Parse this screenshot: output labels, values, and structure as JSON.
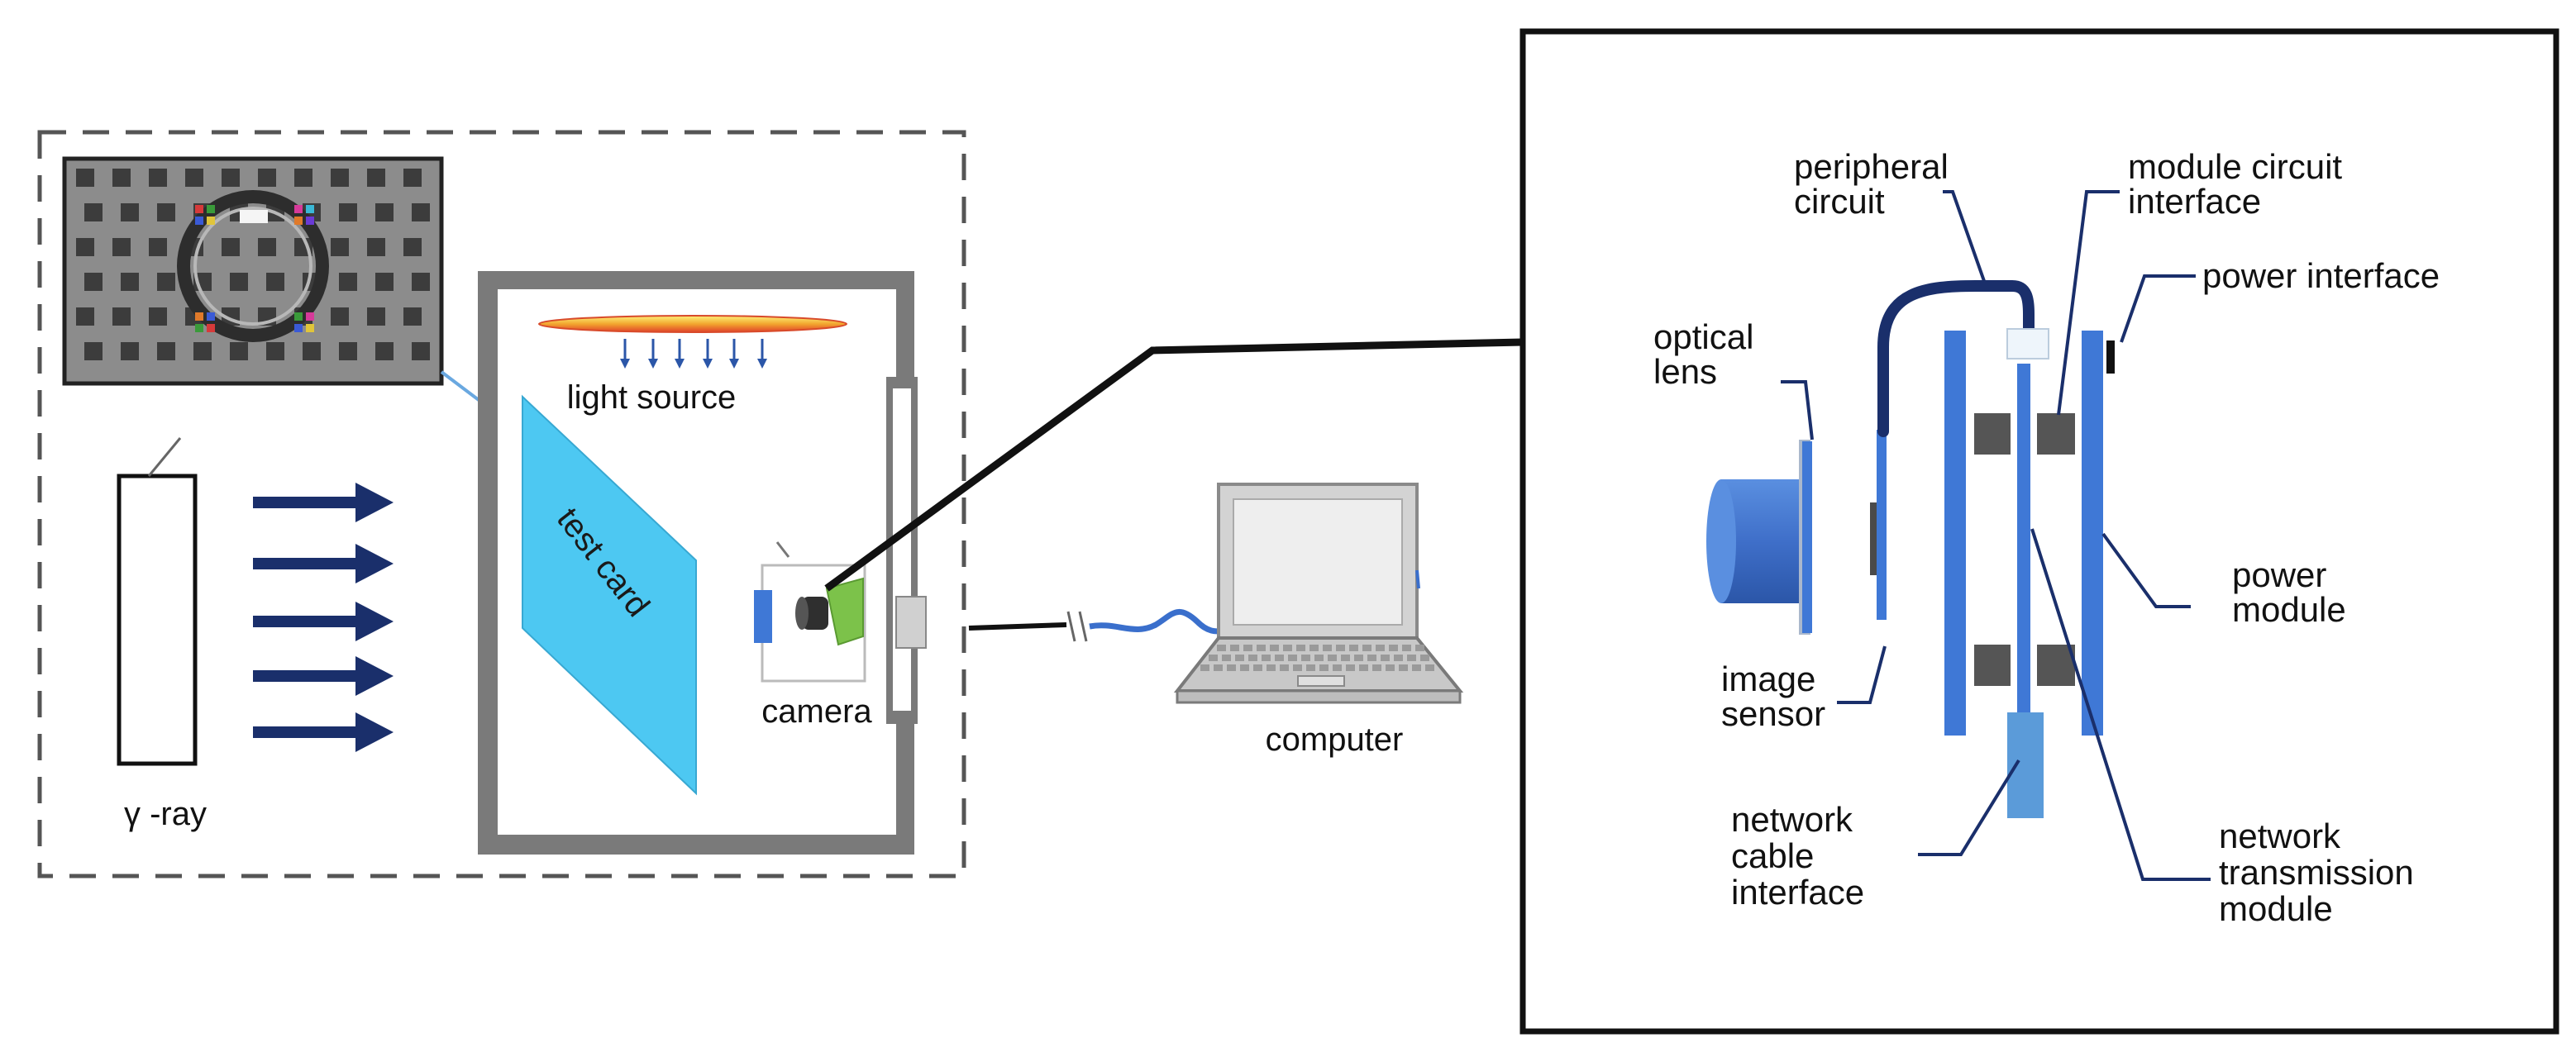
{
  "left_panel": {
    "gamma_ray_label": "γ -ray",
    "test_card_label": "test card",
    "light_source_label": "light source",
    "camera_label": "camera"
  },
  "computer": {
    "label": "computer"
  },
  "camera_detail": {
    "peripheral_circuit": [
      "peripheral",
      "circuit"
    ],
    "module_circuit_interface": [
      "module circuit",
      "interface"
    ],
    "power_interface": "power interface",
    "optical_lens": [
      "optical",
      "lens"
    ],
    "power_module": [
      "power",
      "module"
    ],
    "image_sensor": [
      "image",
      "sensor"
    ],
    "network_cable_interface": [
      "network",
      "cable",
      "interface"
    ],
    "network_transmission_module": [
      "network",
      "transmission",
      "module"
    ]
  },
  "colors": {
    "dark_blue": "#1a2f6b",
    "board_blue": "#3f78d6",
    "test_card_cyan": "#4dc8f2",
    "chamber_gray": "#7a7a7a",
    "camera_green": "#7cc24a",
    "cable_blue": "#3a6fcc",
    "light_source_orange": "#f2a62e"
  },
  "icons": {
    "ray_arrows": "right-arrow-icon",
    "light_rays": "down-arrow-icon",
    "laptop": "laptop-icon",
    "camera": "camera-icon"
  }
}
